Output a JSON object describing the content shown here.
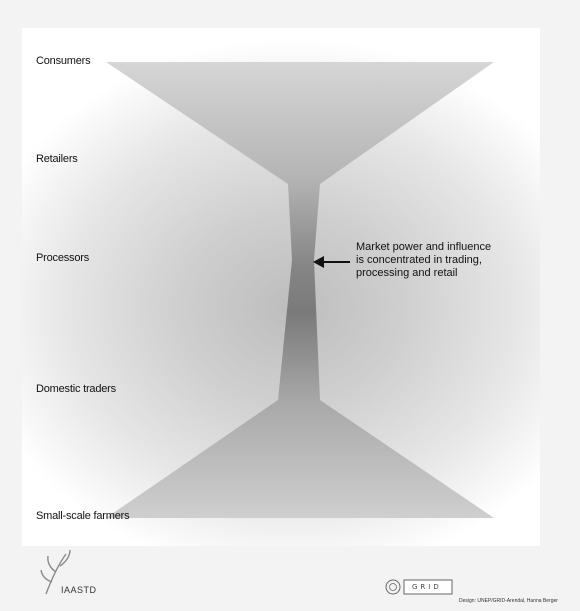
{
  "diagram": {
    "levels": [
      {
        "label": "Consumers"
      },
      {
        "label": "Retailers"
      },
      {
        "label": "Processors"
      },
      {
        "label": "Domestic traders"
      },
      {
        "label": "Small-scale farmers"
      }
    ],
    "annotation": {
      "lines": [
        "Market power and influence",
        "is concentrated in trading,",
        "processing and retail"
      ]
    }
  },
  "footer": {
    "logo_text": "IAASTD",
    "grid_logo_text": "GRID",
    "credit": "Design: UNEP/GRID-Arendal, Hanna Berger"
  },
  "colors": {
    "funnel": "#b8b8b8",
    "funnel_dark": "#7a7a7a",
    "panel_edge": "#ffffff"
  }
}
